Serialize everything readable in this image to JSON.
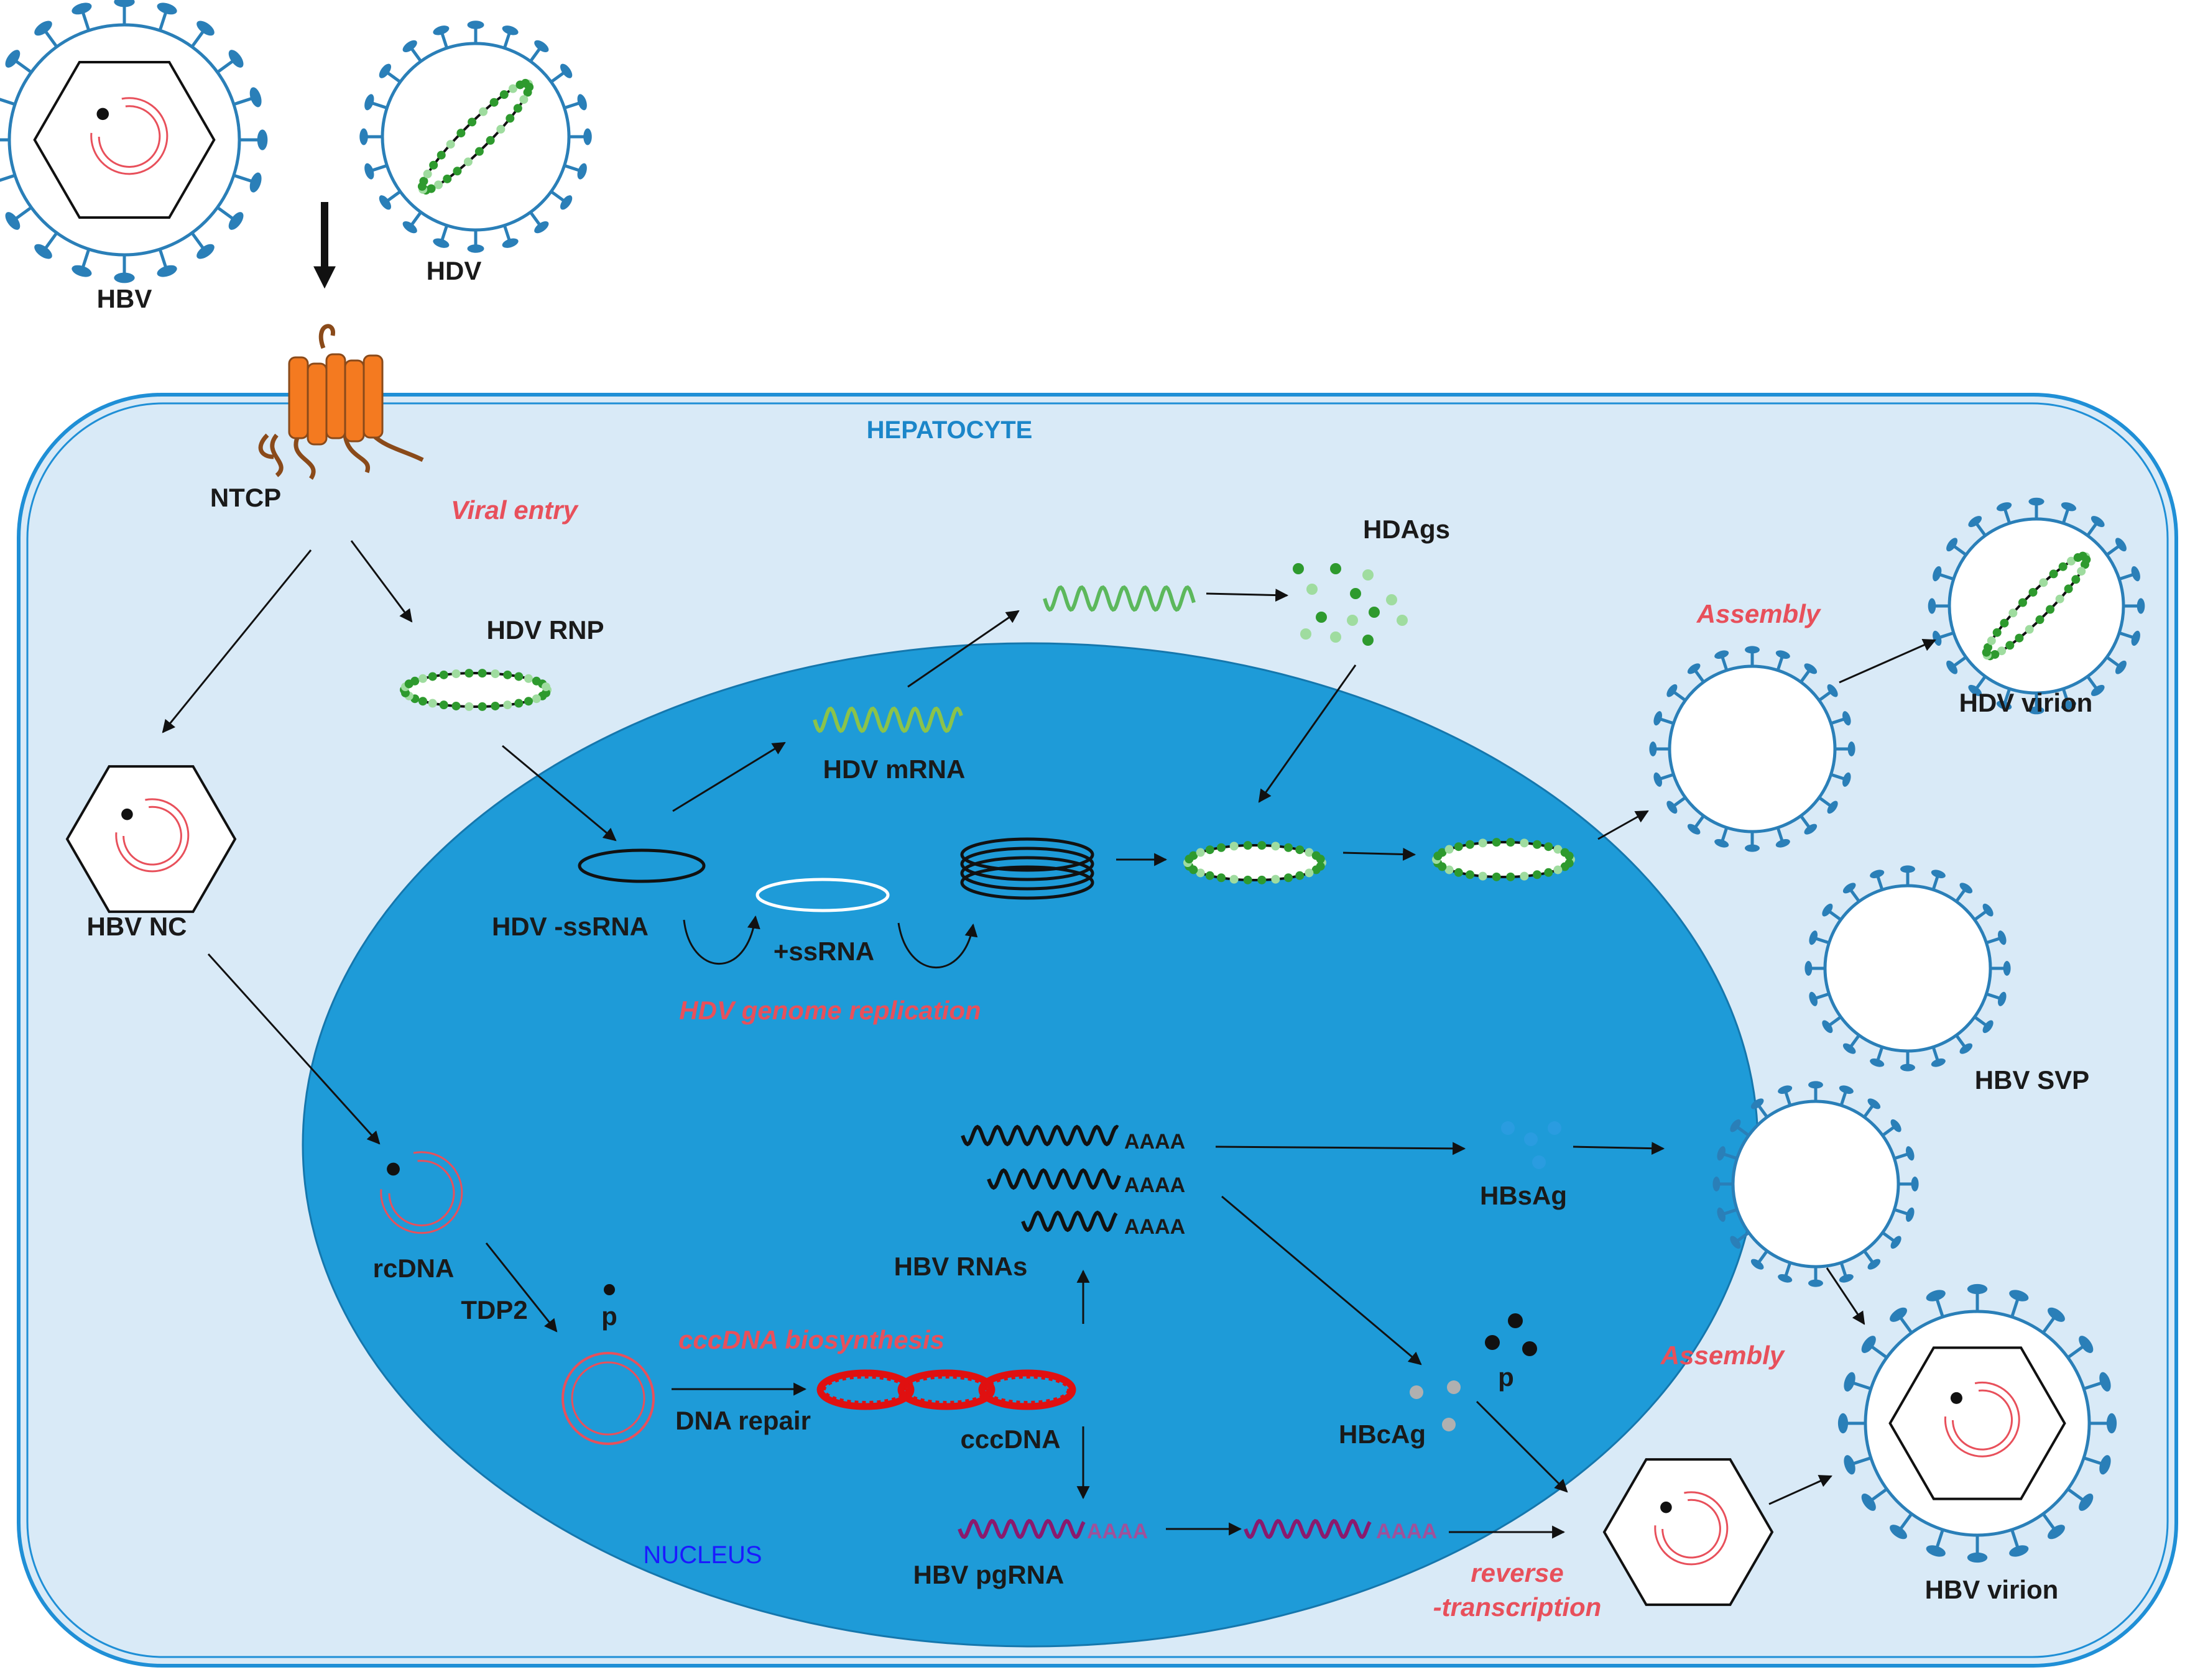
{
  "labels": {
    "hbv": "HBV",
    "hdv": "HDV",
    "ntcp": "NTCP",
    "hepatocyte": "HEPATOCYTE",
    "nucleus": "NUCLEUS",
    "viral_entry": "Viral entry",
    "hdv_rnp": "HDV RNP",
    "hbv_nc": "HBV NC",
    "hdv_mrna": "HDV mRNA",
    "hdags": "HDAgs",
    "hdv_ssrna_neg": "HDV -ssRNA",
    "ssrna_pos": "+ssRNA",
    "hdv_genome_replication": "HDV genome replication",
    "assembly_top": "Assembly",
    "hdv_virion": "HDV virion",
    "hbv_svp": "HBV SVP",
    "hbsag": "HBsAg",
    "rcdna": "rcDNA",
    "tdp2": "TDP2",
    "p1": "p",
    "cccdna_biosynthesis": "cccDNA biosynthesis",
    "dna_repair": "DNA repair",
    "cccdna": "cccDNA",
    "hbv_rnas": "HBV RNAs",
    "hbv_pgrna": "HBV pgRNA",
    "hbcag": "HBcAg",
    "p2": "p",
    "assembly_bottom": "Assembly",
    "reverse": "reverse",
    "transcription": "-transcription",
    "hbv_virion": "HBV virion",
    "polya": "AAAA"
  },
  "colors": {
    "cell_fill": "#d9eaf7",
    "cell_border": "#1f8fd6",
    "nucleus_fill": "#1e9bd8",
    "virus_spike": "#2a7fb8",
    "green_dark": "#2e9a2e",
    "green_light": "#9fdc9f",
    "red": "#e8505b",
    "cccdna_red": "#e01010",
    "ntcp_orange": "#f47a20",
    "purple": "#8a1a6e",
    "hbs_blue": "#2a9ce0",
    "grey": "#b0b0b0"
  }
}
